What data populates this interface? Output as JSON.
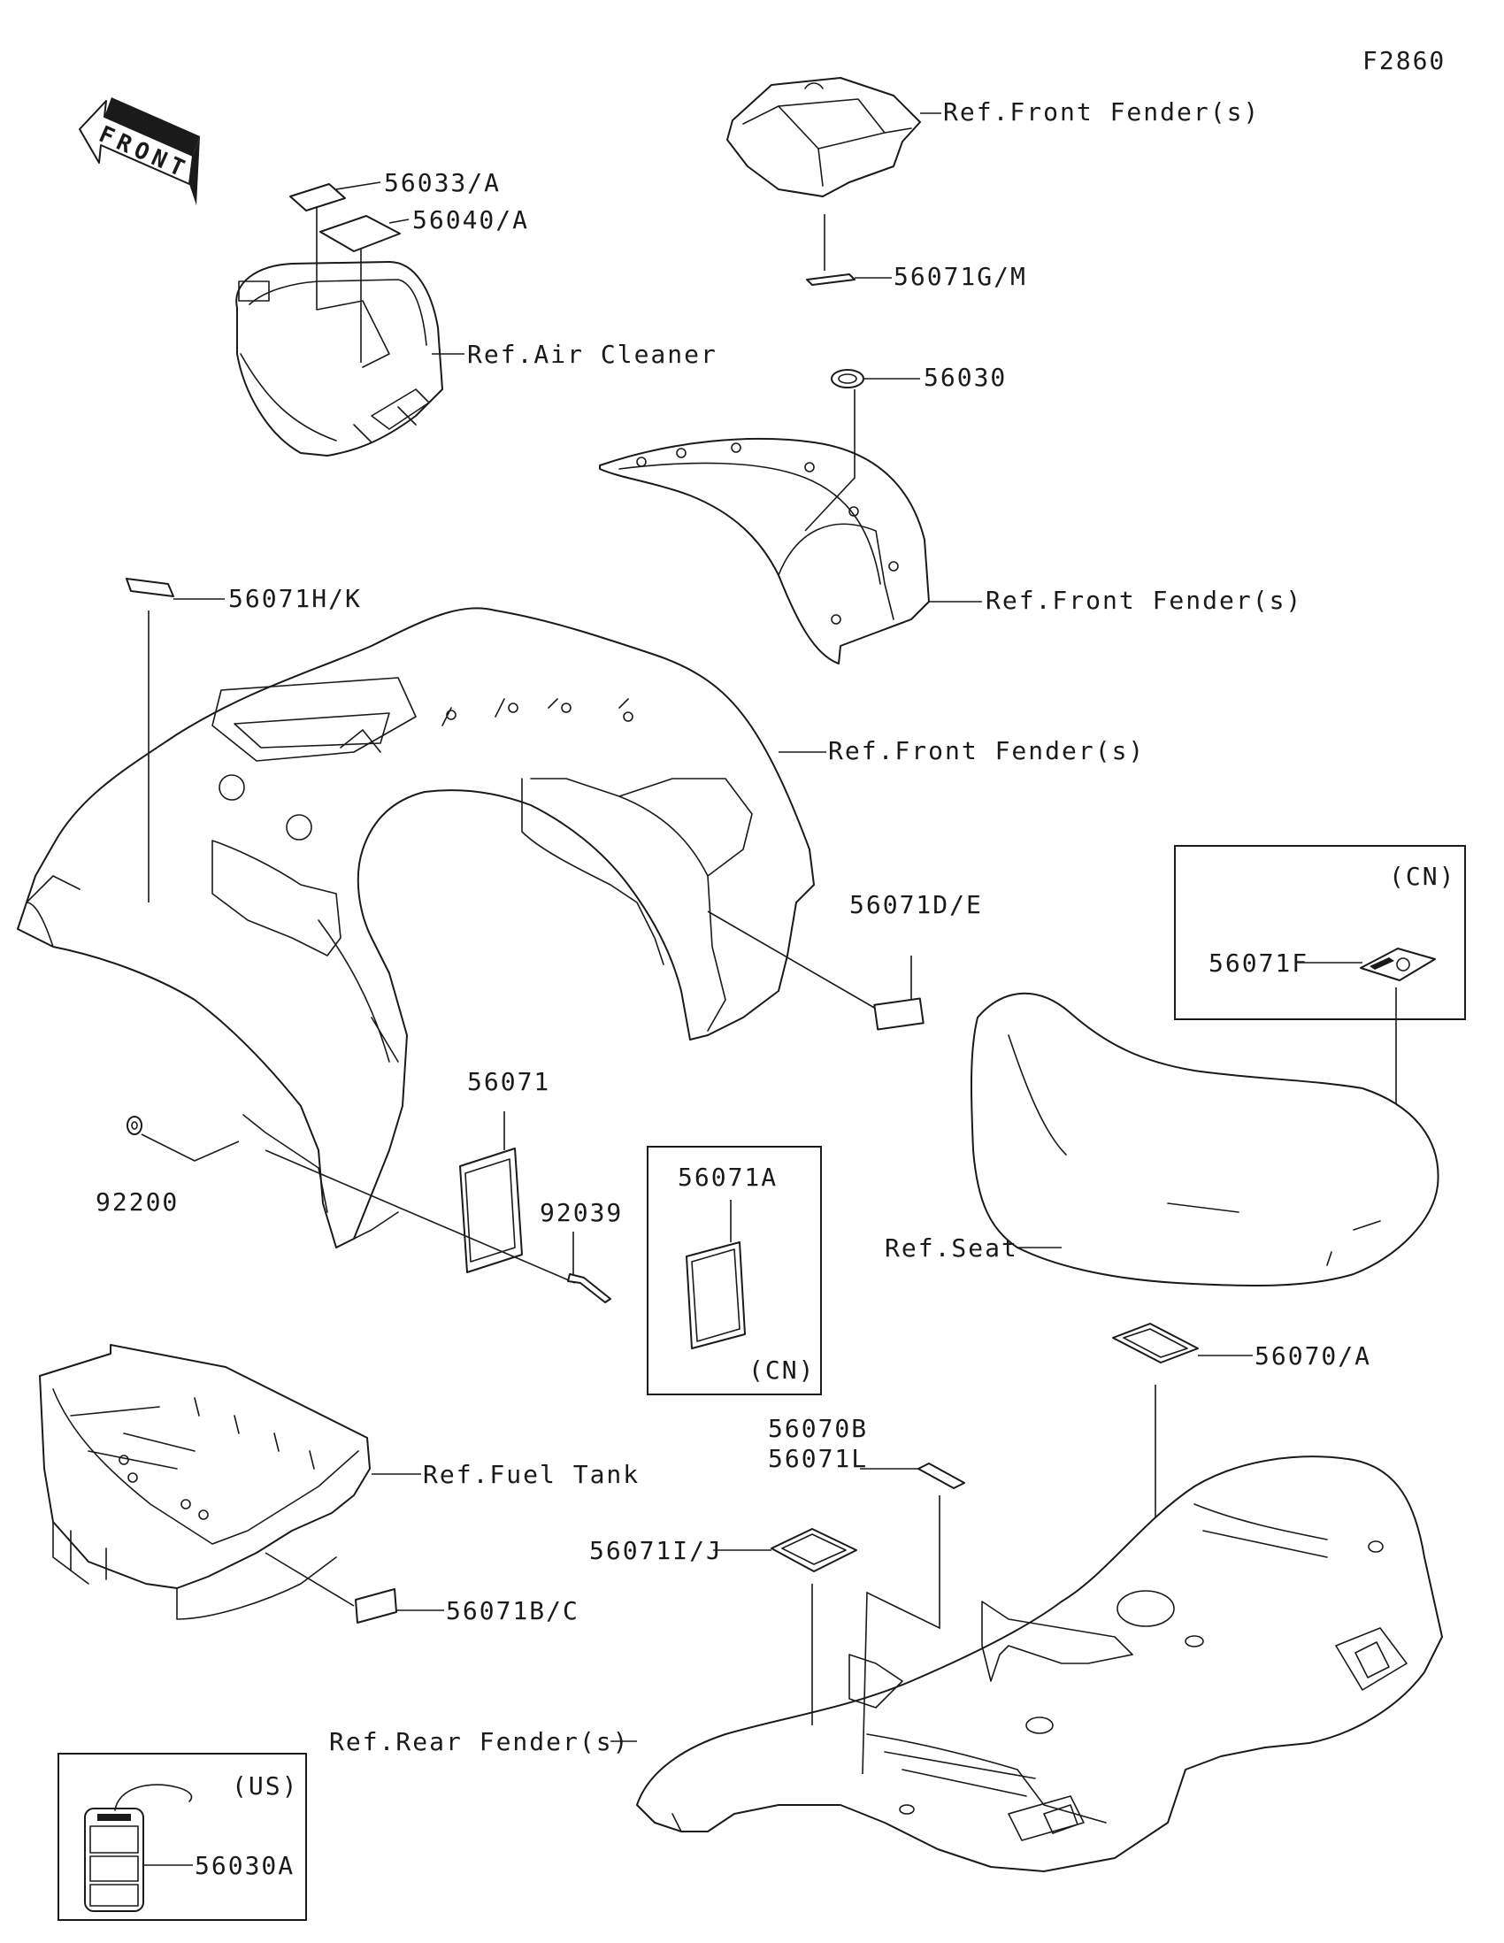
{
  "figure_code": "F2860",
  "front_arrow_label": "FRONT",
  "callouts": {
    "p56033A": "56033/A",
    "p56040A": "56040/A",
    "ref_air_cleaner": "Ref.Air Cleaner",
    "ref_front_fender_1": "Ref.Front Fender(s)",
    "p56071GM": "56071G/M",
    "p56030": "56030",
    "ref_front_fender_2": "Ref.Front Fender(s)",
    "p56071HK": "56071H/K",
    "ref_front_fender_3": "Ref.Front Fender(s)",
    "p56071DE": "56071D/E",
    "cn_box_1_label": "(CN)",
    "p56071F": "56071F",
    "p56071": "56071",
    "p92039": "92039",
    "p56071A": "56071A",
    "cn_box_2_label": "(CN)",
    "p92200": "92200",
    "ref_seat": "Ref.Seat",
    "p56070A": "56070/A",
    "ref_fuel_tank": "Ref.Fuel Tank",
    "p56070B": "56070B",
    "p56071L": "56071L",
    "p56071IJ": "56071I/J",
    "p56071BC": "56071B/C",
    "ref_rear_fender": "Ref.Rear Fender(s)",
    "us_box_label": "(US)",
    "p56030A": "56030A"
  }
}
